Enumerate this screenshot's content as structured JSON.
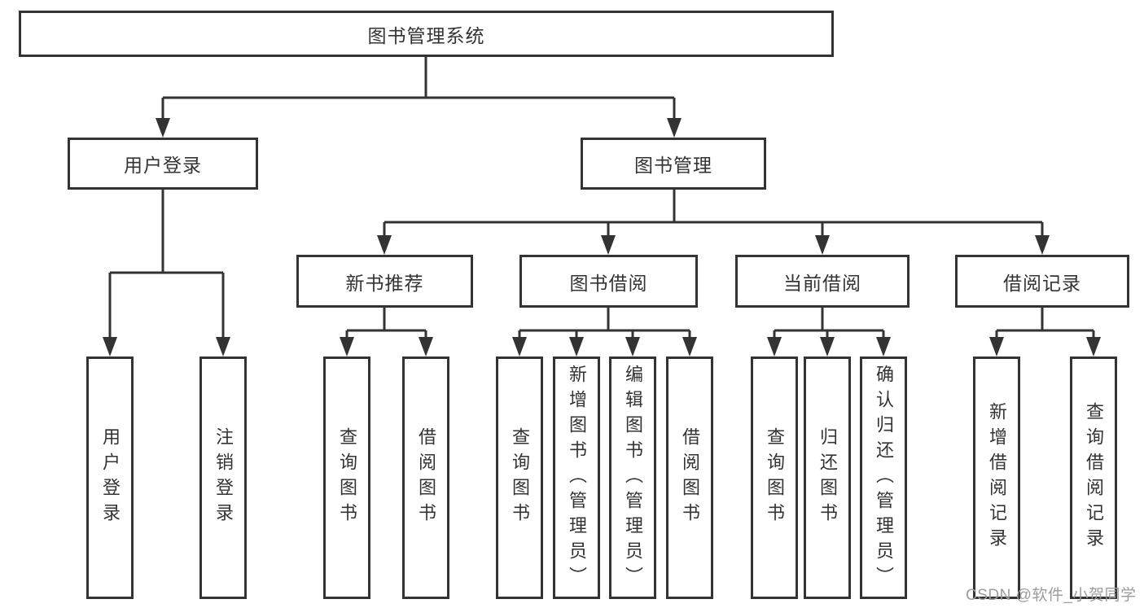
{
  "colors": {
    "line": "#333333",
    "node-border": "#333333",
    "text": "#333333",
    "background": "#ffffff",
    "watermark": "#9c9c9c"
  },
  "watermark": {
    "text": "CSDN @软件_小贺同学"
  },
  "tree": {
    "root": {
      "label": "图书管理系统",
      "children": [
        {
          "label": "用户登录",
          "children": [
            {
              "label": "用户登录"
            },
            {
              "label": "注销登录"
            }
          ]
        },
        {
          "label": "图书管理",
          "children": [
            {
              "label": "新书推荐",
              "children": [
                {
                  "label": "查询图书"
                },
                {
                  "label": "借阅图书"
                }
              ]
            },
            {
              "label": "图书借阅",
              "children": [
                {
                  "label": "查询图书"
                },
                {
                  "label": "新增图书（管理员）"
                },
                {
                  "label": "编辑图书（管理员）"
                },
                {
                  "label": "借阅图书"
                }
              ]
            },
            {
              "label": "当前借阅",
              "children": [
                {
                  "label": "查询图书"
                },
                {
                  "label": "归还图书"
                },
                {
                  "label": "确认归还（管理员）"
                }
              ]
            },
            {
              "label": "借阅记录",
              "children": [
                {
                  "label": "新增借阅记录"
                },
                {
                  "label": "查询借阅记录"
                }
              ]
            }
          ]
        }
      ]
    }
  }
}
